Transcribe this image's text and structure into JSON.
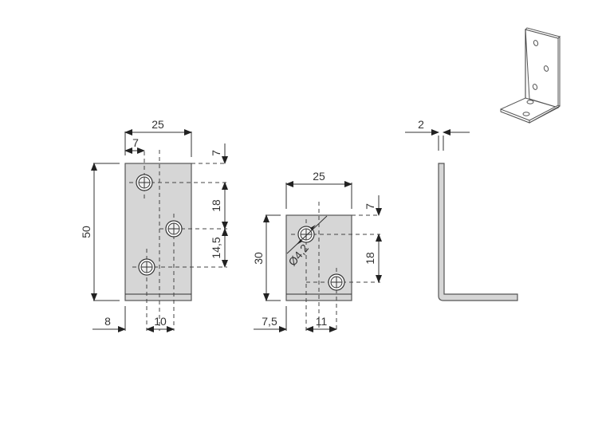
{
  "drawing": {
    "title": "Angle bracket technical drawing",
    "units": "mm",
    "colors": {
      "plate_fill": "#d6d6d6",
      "outline": "#555555",
      "dimension": "#333333"
    },
    "front_view_tall": {
      "width_label": "25",
      "hole_x_offset_label": "7",
      "height_label": "50",
      "top_hole_offset_label": "7",
      "hole_spacing_1_label": "18",
      "hole_spacing_2_label": "14,5",
      "left_offset_label": "8",
      "hole_pitch_x_label": "10"
    },
    "front_view_short": {
      "width_label": "25",
      "top_hole_offset_label": "7",
      "height_label": "30",
      "hole_spacing_label": "18",
      "hole_diameter_label": "Ø4,2",
      "left_offset_label": "7,5",
      "hole_pitch_x_label": "11"
    },
    "side_view": {
      "thickness_label": "2"
    },
    "iso_view": {
      "name": "3D isometric view of angle bracket"
    }
  }
}
